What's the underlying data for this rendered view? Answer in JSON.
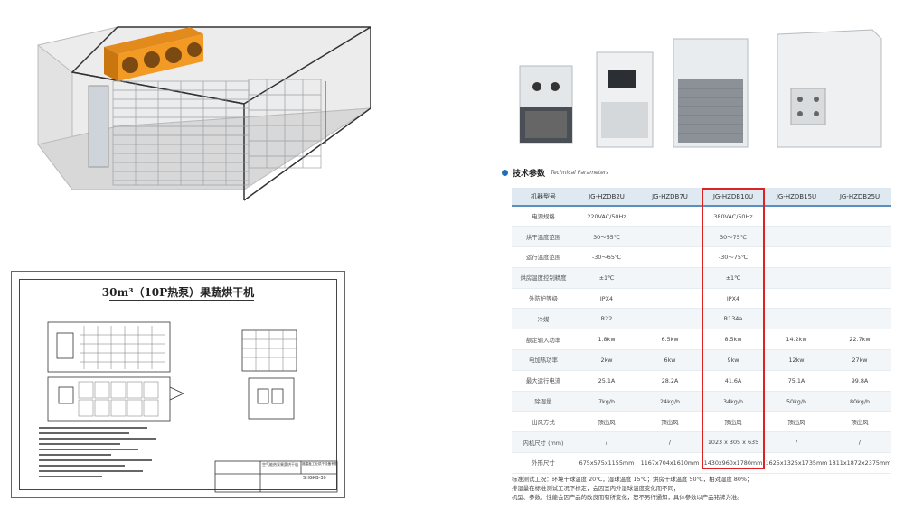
{
  "drawing": {
    "title": "30m³（10P热泵）果蔬烘干机",
    "company": "福建鑫工业烘干设备有限公司",
    "product": "空气能热泵果蔬烘干机",
    "model": "SHGKB-30"
  },
  "section": {
    "title_cn": "技术参数",
    "title_en": "Technical Parameters"
  },
  "table": {
    "headers": [
      "机器型号",
      "JG-HZDB2U",
      "JG-HZDB7U",
      "JG-HZDB10U",
      "JG-HZDB15U",
      "JG-HZDB25U"
    ],
    "rows": [
      [
        "电源规格",
        "220VAC/50Hz",
        "",
        "380VAC/50Hz",
        "",
        ""
      ],
      [
        "烘干温度范围",
        "30～65℃",
        "",
        "30～75℃",
        "",
        ""
      ],
      [
        "运行温度范围",
        "-30～65℃",
        "",
        "-30～75℃",
        "",
        ""
      ],
      [
        "烘房温度控制精度",
        "±1℃",
        "",
        "±1℃",
        "",
        ""
      ],
      [
        "外防护等级",
        "IPX4",
        "",
        "IPX4",
        "",
        ""
      ],
      [
        "冷媒",
        "R22",
        "",
        "R134a",
        "",
        ""
      ],
      [
        "额定输入功率",
        "1.8kw",
        "6.5kw",
        "8.5kw",
        "14.2kw",
        "22.7kw"
      ],
      [
        "电加热功率",
        "2kw",
        "6kw",
        "9kw",
        "12kw",
        "27kw"
      ],
      [
        "最大运行电流",
        "25.1A",
        "28.2A",
        "41.6A",
        "75.1A",
        "99.8A"
      ],
      [
        "除湿量",
        "7kg/h",
        "24kg/h",
        "34kg/h",
        "50kg/h",
        "80kg/h"
      ],
      [
        "出风方式",
        "顶出风",
        "顶出风",
        "顶出风",
        "顶出风",
        "顶出风"
      ],
      [
        "内机尺寸 (mm)",
        "/",
        "/",
        "1023 x 305 x 635",
        "/",
        "/"
      ],
      [
        "外形尺寸",
        "675x575x1155mm",
        "1167x704x1610mm",
        "1430x960x1780mm",
        "1625x1325x1735mm",
        "1811x1872x2375mm"
      ]
    ]
  },
  "notes": [
    "标准测试工况：环境干球温度 20℃，湿球温度 15℃；烘房干球温度 50℃，相对湿度 80%；",
    "排湿量在标准测试工况下标定，会因室内外湿球温度变化而不同；",
    "机型、参数、性能会因产品的改良而有所变化，恕不另行通知，具体参数以产品铭牌为准。"
  ]
}
